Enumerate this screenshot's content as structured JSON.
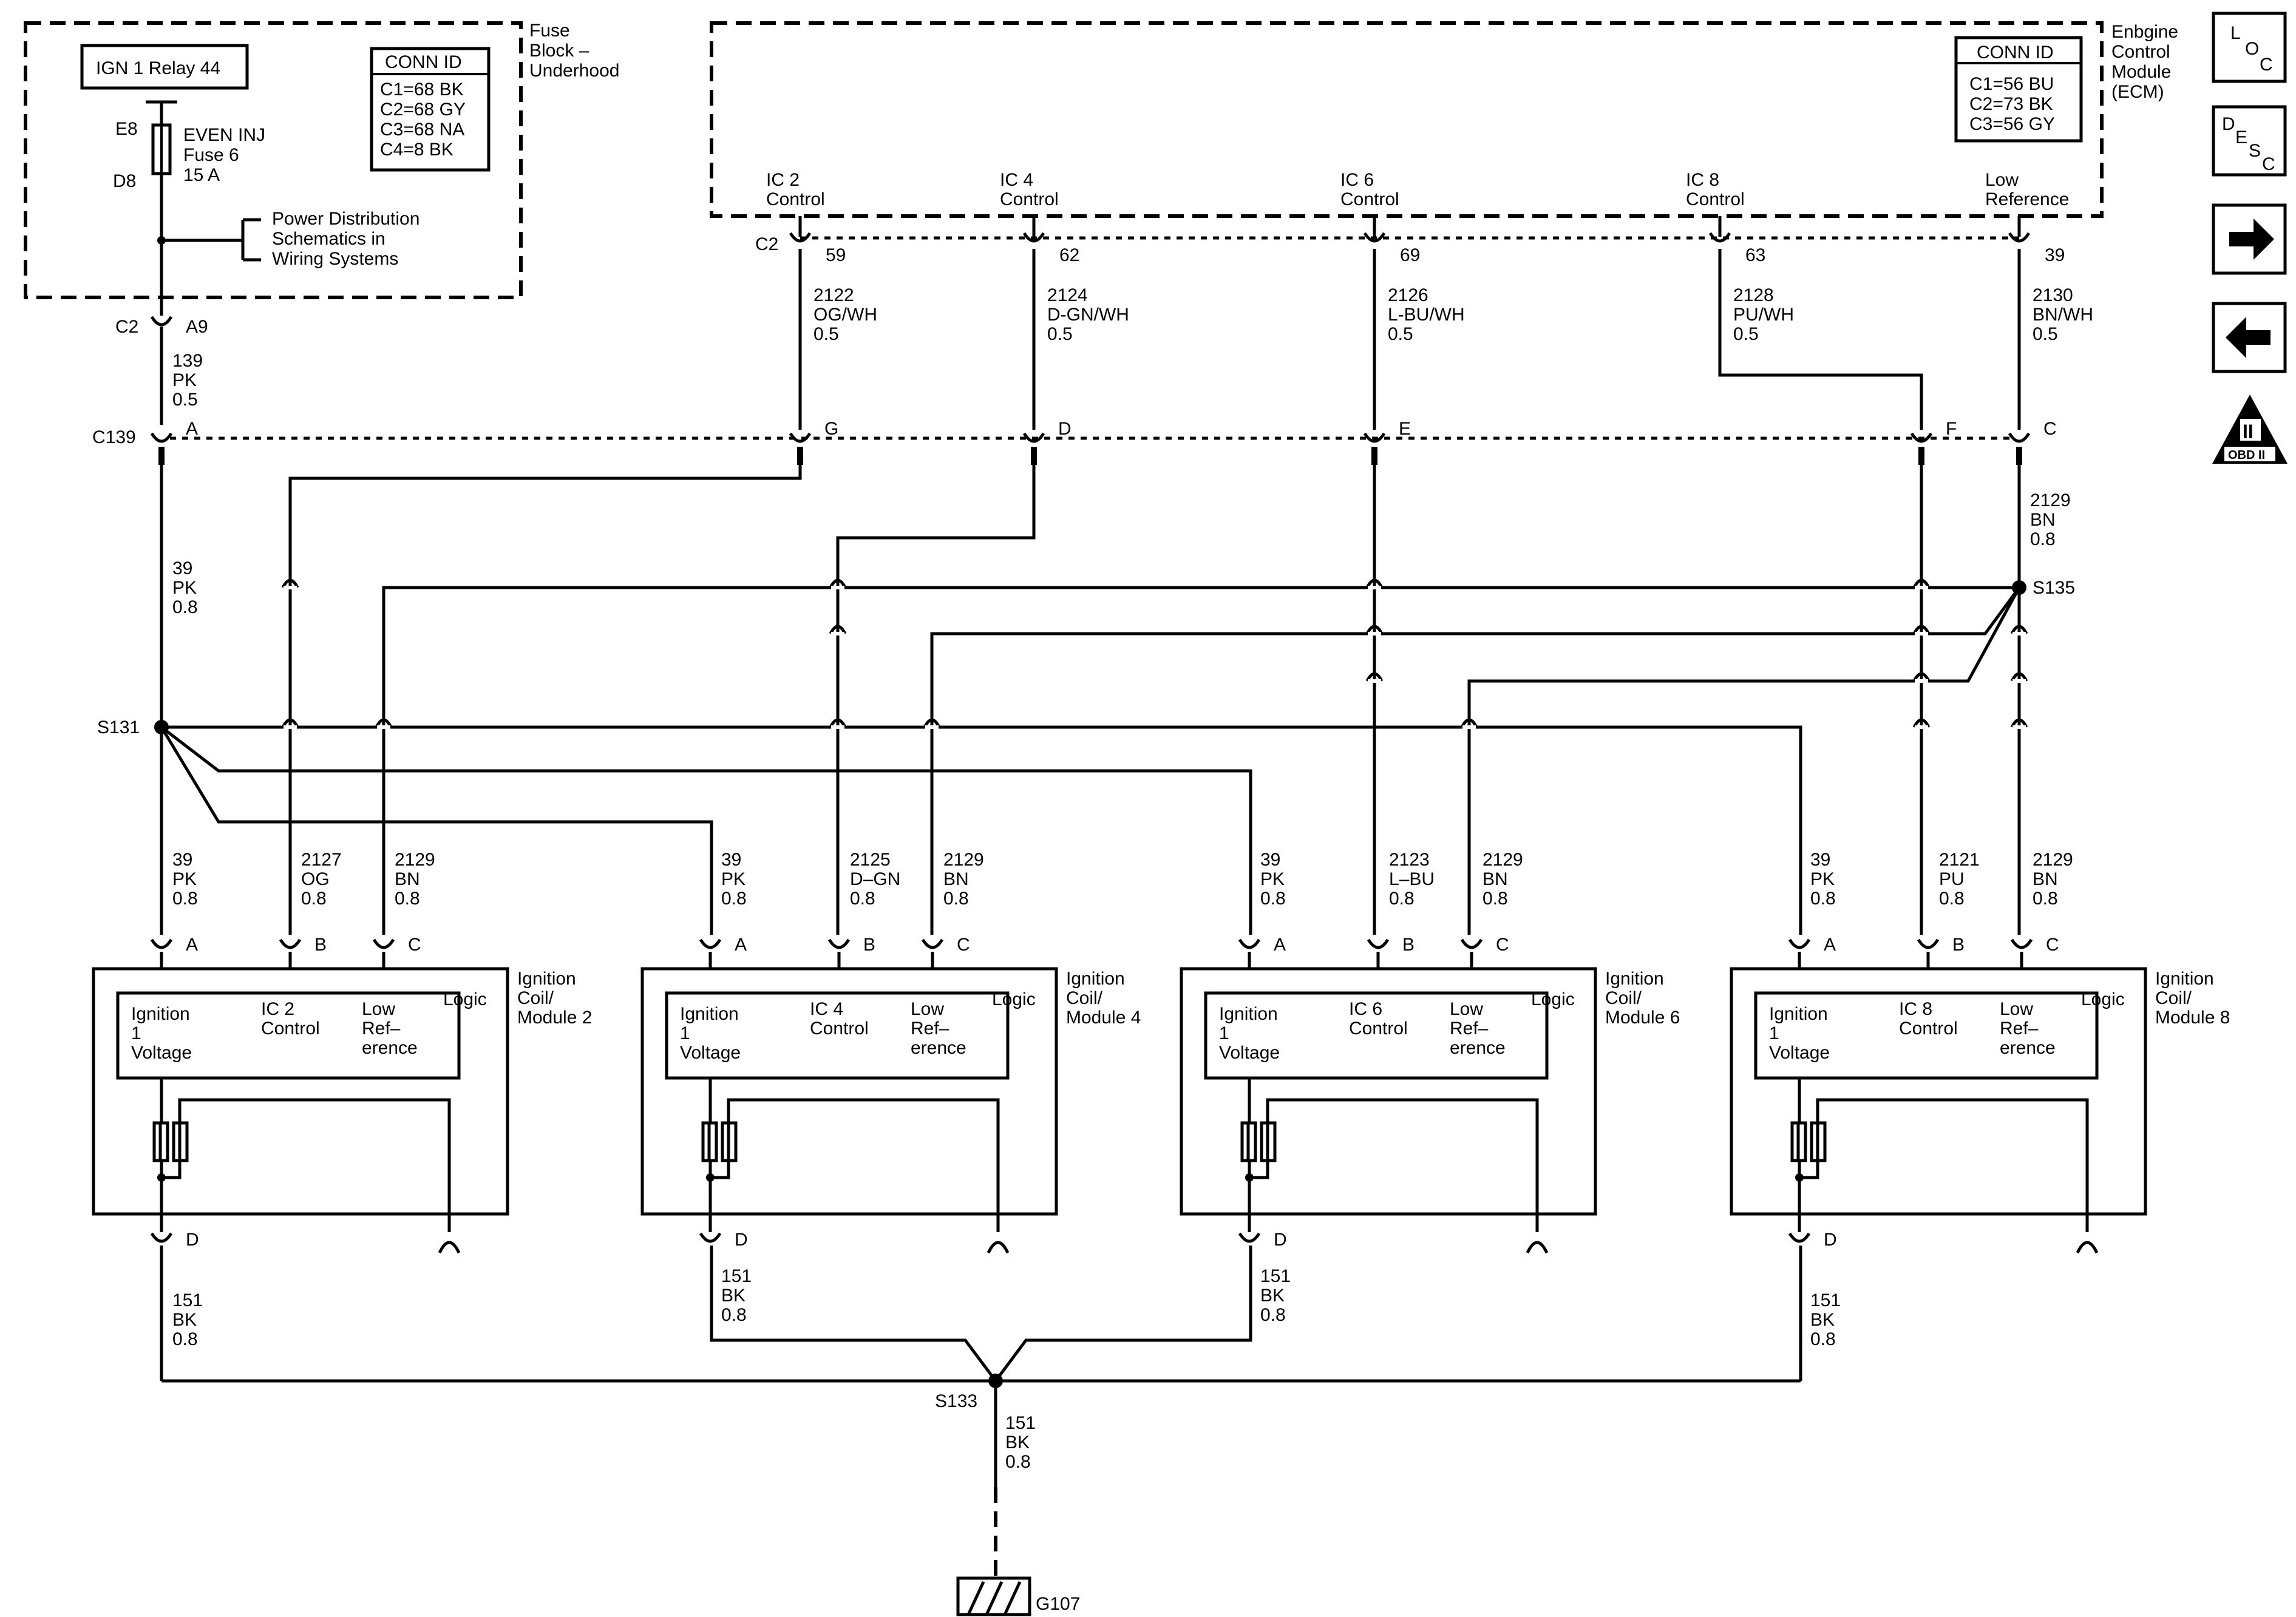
{
  "fuse_block": {
    "title": [
      "Fuse",
      "Block –",
      "Underhood"
    ],
    "relay_label": "IGN 1 Relay 44",
    "conn_id": {
      "header": "CONN ID",
      "items": [
        "C1=68 BK",
        "C2=68 GY",
        "C3=68 NA",
        "C4=8 BK"
      ]
    },
    "fuse_top_pin": "E8",
    "fuse_bottom_pin": "D8",
    "fuse_name": [
      "EVEN INJ",
      "Fuse 6",
      "15 A"
    ],
    "power_dist": [
      "Power Distribution",
      "Schematics in",
      "Wiring Systems"
    ]
  },
  "ecm": {
    "title": [
      "Enbgine",
      "Control",
      "Module",
      "(ECM)"
    ],
    "conn_id": {
      "header": "CONN ID",
      "items": [
        "C1=56 BU",
        "C2=73 BK",
        "C3=56 GY"
      ]
    },
    "connector": "C2",
    "pins": [
      {
        "label": [
          "IC 2",
          "Control"
        ],
        "pin": "59"
      },
      {
        "label": [
          "IC 4",
          "Control"
        ],
        "pin": "62"
      },
      {
        "label": [
          "IC 6",
          "Control"
        ],
        "pin": "69"
      },
      {
        "label": [
          "IC 8",
          "Control"
        ],
        "pin": "63"
      },
      {
        "label": [
          "Low",
          "Reference"
        ],
        "pin": "39"
      }
    ]
  },
  "fuse_out": {
    "connector": "C2",
    "pin": "A9",
    "wire": [
      "139",
      "PK",
      "0.5"
    ]
  },
  "ecm_wires": [
    [
      "2122",
      "OG/WH",
      "0.5"
    ],
    [
      "2124",
      "D-GN/WH",
      "0.5"
    ],
    [
      "2126",
      "L-BU/WH",
      "0.5"
    ],
    [
      "2128",
      "PU/WH",
      "0.5"
    ],
    [
      "2130",
      "BN/WH",
      "0.5"
    ]
  ],
  "c139": {
    "name": "C139",
    "pins": [
      "A",
      "G",
      "D",
      "E",
      "F",
      "C"
    ]
  },
  "wire_39_main": [
    "39",
    "PK",
    "0.8"
  ],
  "wire_2129_main": [
    "2129",
    "BN",
    "0.8"
  ],
  "splices": {
    "s131": "S131",
    "s135": "S135",
    "s133": "S133"
  },
  "coils": [
    {
      "name": [
        "Ignition",
        "Coil/",
        "Module 2"
      ],
      "ctrl": [
        "IC 2",
        "Control"
      ],
      "ign": [
        "Ignition",
        "1",
        "Voltage"
      ],
      "low": [
        "Low",
        "Ref–",
        "erence"
      ],
      "logic": "Logic",
      "pins": [
        "A",
        "B",
        "C",
        "D"
      ],
      "wires": [
        [
          "39",
          "PK",
          "0.8"
        ],
        [
          "2127",
          "OG",
          "0.8"
        ],
        [
          "2129",
          "BN",
          "0.8"
        ]
      ],
      "ground_wire": [
        "151",
        "BK",
        "0.8"
      ]
    },
    {
      "name": [
        "Ignition",
        "Coil/",
        "Module 4"
      ],
      "ctrl": [
        "IC 4",
        "Control"
      ],
      "ign": [
        "Ignition",
        "1",
        "Voltage"
      ],
      "low": [
        "Low",
        "Ref–",
        "erence"
      ],
      "logic": "Logic",
      "pins": [
        "A",
        "B",
        "C",
        "D"
      ],
      "wires": [
        [
          "39",
          "PK",
          "0.8"
        ],
        [
          "2125",
          "D–GN",
          "0.8"
        ],
        [
          "2129",
          "BN",
          "0.8"
        ]
      ],
      "ground_wire": [
        "151",
        "BK",
        "0.8"
      ]
    },
    {
      "name": [
        "Ignition",
        "Coil/",
        "Module 6"
      ],
      "ctrl": [
        "IC 6",
        "Control"
      ],
      "ign": [
        "Ignition",
        "1",
        "Voltage"
      ],
      "low": [
        "Low",
        "Ref–",
        "erence"
      ],
      "logic": "Logic",
      "pins": [
        "A",
        "B",
        "C",
        "D"
      ],
      "wires": [
        [
          "39",
          "PK",
          "0.8"
        ],
        [
          "2123",
          "L–BU",
          "0.8"
        ],
        [
          "2129",
          "BN",
          "0.8"
        ]
      ],
      "ground_wire": [
        "151",
        "BK",
        "0.8"
      ]
    },
    {
      "name": [
        "Ignition",
        "Coil/",
        "Module 8"
      ],
      "ctrl": [
        "IC 8",
        "Control"
      ],
      "ign": [
        "Ignition",
        "1",
        "Voltage"
      ],
      "low": [
        "Low",
        "Ref–",
        "erence"
      ],
      "logic": "Logic",
      "pins": [
        "A",
        "B",
        "C",
        "D"
      ],
      "wires": [
        [
          "39",
          "PK",
          "0.8"
        ],
        [
          "2121",
          "PU",
          "0.8"
        ],
        [
          "2129",
          "BN",
          "0.8"
        ]
      ],
      "ground_wire": [
        "151",
        "BK",
        "0.8"
      ]
    }
  ],
  "ground": {
    "wire": [
      "151",
      "BK",
      "0.8"
    ],
    "name": "G107"
  },
  "side_nav": {
    "loc": [
      "L",
      "O",
      "C"
    ],
    "desc": [
      "D",
      "E",
      "S",
      "C"
    ],
    "obd": [
      "II",
      "OBD II"
    ]
  }
}
